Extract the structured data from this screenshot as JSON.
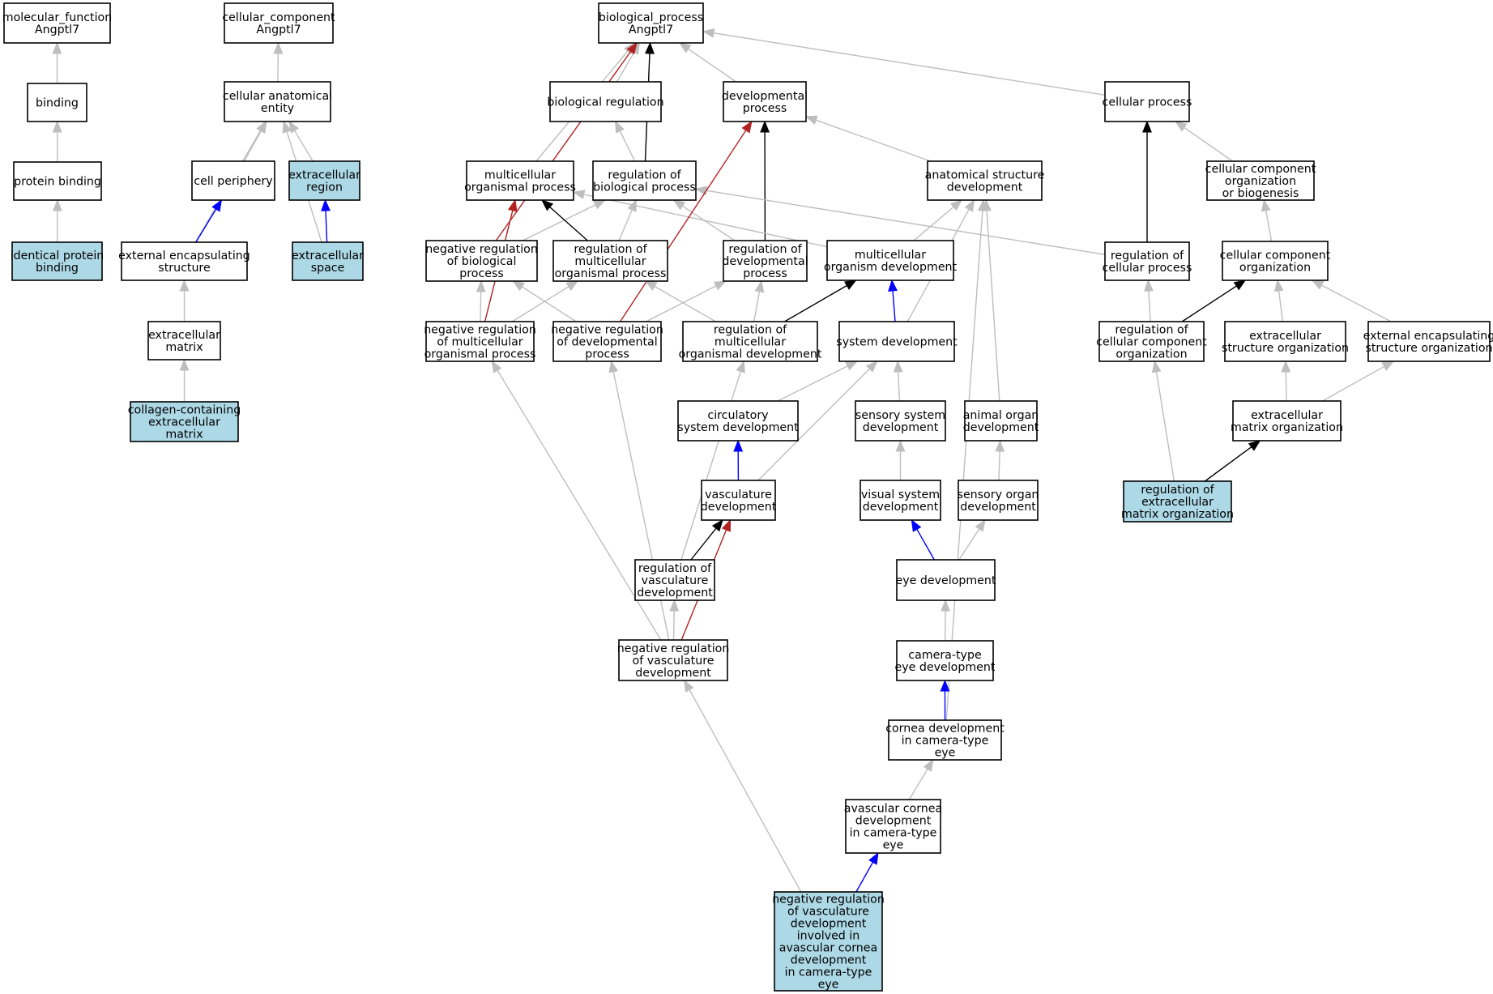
{
  "colors": {
    "background": "#ffffff",
    "default_fill": "#ffffff",
    "annotated_fill": "#add8e6",
    "edge_is_a": "#bebebe",
    "edge_regulates": "#000000",
    "edge_part_of": "#0000ff",
    "edge_negatively_regulates": "#b22222"
  },
  "nodes": [
    {
      "id": "mf",
      "lines": [
        "molecular_function",
        "Angptl7"
      ],
      "annotated": false
    },
    {
      "id": "cc",
      "lines": [
        "cellular_component",
        "Angptl7"
      ],
      "annotated": false
    },
    {
      "id": "bp",
      "lines": [
        "biological_process",
        "Angptl7"
      ],
      "annotated": false
    },
    {
      "id": "binding",
      "lines": [
        "binding"
      ],
      "annotated": false
    },
    {
      "id": "protein_binding",
      "lines": [
        "protein binding"
      ],
      "annotated": false
    },
    {
      "id": "identical_protein_binding",
      "lines": [
        "identical protein",
        "binding"
      ],
      "annotated": true
    },
    {
      "id": "cell_anat",
      "lines": [
        "cellular anatomical",
        "entity"
      ],
      "annotated": false
    },
    {
      "id": "cell_periphery",
      "lines": [
        "cell periphery"
      ],
      "annotated": false
    },
    {
      "id": "extracellular_region",
      "lines": [
        "extracellular",
        "region"
      ],
      "annotated": true
    },
    {
      "id": "ext_encaps_structure",
      "lines": [
        "external encapsulating",
        "structure"
      ],
      "annotated": false
    },
    {
      "id": "extracellular_space",
      "lines": [
        "extracellular",
        "space"
      ],
      "annotated": true
    },
    {
      "id": "extracellular_matrix",
      "lines": [
        "extracellular",
        "matrix"
      ],
      "annotated": false
    },
    {
      "id": "collagen_ecm",
      "lines": [
        "collagen-containing",
        "extracellular",
        "matrix"
      ],
      "annotated": true
    },
    {
      "id": "bio_reg",
      "lines": [
        "biological regulation"
      ],
      "annotated": false
    },
    {
      "id": "dev_process",
      "lines": [
        "developmental",
        "process"
      ],
      "annotated": false
    },
    {
      "id": "cellular_process",
      "lines": [
        "cellular process"
      ],
      "annotated": false
    },
    {
      "id": "multicell_process",
      "lines": [
        "multicellular",
        "organismal process"
      ],
      "annotated": false
    },
    {
      "id": "reg_bio_process",
      "lines": [
        "regulation of",
        "biological process"
      ],
      "annotated": false
    },
    {
      "id": "anat_struct_dev",
      "lines": [
        "anatomical structure",
        "development"
      ],
      "annotated": false
    },
    {
      "id": "cc_org_biogen",
      "lines": [
        "cellular component",
        "organization",
        "or biogenesis"
      ],
      "annotated": false
    },
    {
      "id": "neg_reg_bio_process",
      "lines": [
        "negative regulation",
        "of biological",
        "process"
      ],
      "annotated": false
    },
    {
      "id": "reg_multicell_process",
      "lines": [
        "regulation of",
        "multicellular",
        "organismal process"
      ],
      "annotated": false
    },
    {
      "id": "reg_dev_process",
      "lines": [
        "regulation of",
        "developmental",
        "process"
      ],
      "annotated": false
    },
    {
      "id": "multicell_org_dev",
      "lines": [
        "multicellular",
        "organism development"
      ],
      "annotated": false
    },
    {
      "id": "reg_cell_process",
      "lines": [
        "regulation of",
        "cellular process"
      ],
      "annotated": false
    },
    {
      "id": "cc_org",
      "lines": [
        "cellular component",
        "organization"
      ],
      "annotated": false
    },
    {
      "id": "neg_reg_multicell_process",
      "lines": [
        "negative regulation",
        "of multicellular",
        "organismal process"
      ],
      "annotated": false
    },
    {
      "id": "neg_reg_dev_process",
      "lines": [
        "negative regulation",
        "of developmental",
        "process"
      ],
      "annotated": false
    },
    {
      "id": "reg_multicell_org_dev",
      "lines": [
        "regulation of",
        "multicellular",
        "organismal development"
      ],
      "annotated": false
    },
    {
      "id": "system_dev",
      "lines": [
        "system development"
      ],
      "annotated": false
    },
    {
      "id": "reg_cc_org",
      "lines": [
        "regulation of",
        "cellular component",
        "organization"
      ],
      "annotated": false
    },
    {
      "id": "ec_struct_org",
      "lines": [
        "extracellular",
        "structure organization"
      ],
      "annotated": false
    },
    {
      "id": "ext_encaps_struct_org",
      "lines": [
        "external encapsulating",
        "structure organization"
      ],
      "annotated": false
    },
    {
      "id": "circ_sys_dev",
      "lines": [
        "circulatory",
        "system development"
      ],
      "annotated": false
    },
    {
      "id": "sensory_sys_dev",
      "lines": [
        "sensory system",
        "development"
      ],
      "annotated": false
    },
    {
      "id": "animal_organ_dev",
      "lines": [
        "animal organ",
        "development"
      ],
      "annotated": false
    },
    {
      "id": "ecm_org",
      "lines": [
        "extracellular",
        "matrix organization"
      ],
      "annotated": false
    },
    {
      "id": "vasc_dev",
      "lines": [
        "vasculature",
        "development"
      ],
      "annotated": false
    },
    {
      "id": "visual_sys_dev",
      "lines": [
        "visual system",
        "development"
      ],
      "annotated": false
    },
    {
      "id": "sensory_organ_dev",
      "lines": [
        "sensory organ",
        "development"
      ],
      "annotated": false
    },
    {
      "id": "reg_ecm_org",
      "lines": [
        "regulation of",
        "extracellular",
        "matrix organization"
      ],
      "annotated": true
    },
    {
      "id": "reg_vasc_dev",
      "lines": [
        "regulation of",
        "vasculature",
        "development"
      ],
      "annotated": false
    },
    {
      "id": "eye_dev",
      "lines": [
        "eye development"
      ],
      "annotated": false
    },
    {
      "id": "neg_reg_vasc_dev",
      "lines": [
        "negative regulation",
        "of vasculature",
        "development"
      ],
      "annotated": false
    },
    {
      "id": "camera_eye_dev",
      "lines": [
        "camera-type",
        "eye development"
      ],
      "annotated": false
    },
    {
      "id": "cornea_dev",
      "lines": [
        "cornea development",
        "in camera-type",
        "eye"
      ],
      "annotated": false
    },
    {
      "id": "avasc_cornea_dev",
      "lines": [
        "avascular cornea",
        "development",
        "in camera-type",
        "eye"
      ],
      "annotated": false
    },
    {
      "id": "neg_reg_vasc_avasc_cornea",
      "lines": [
        "negative regulation",
        "of vasculature",
        "development",
        "involved in",
        "avascular cornea",
        "development",
        "in camera-type",
        "eye"
      ],
      "annotated": true
    }
  ],
  "edges": [
    {
      "from": "binding",
      "to": "mf",
      "type": "is_a"
    },
    {
      "from": "protein_binding",
      "to": "binding",
      "type": "is_a"
    },
    {
      "from": "identical_protein_binding",
      "to": "protein_binding",
      "type": "is_a"
    },
    {
      "from": "cell_anat",
      "to": "cc",
      "type": "is_a"
    },
    {
      "from": "cell_periphery",
      "to": "cell_anat",
      "type": "is_a"
    },
    {
      "from": "extracellular_region",
      "to": "cell_anat",
      "type": "is_a"
    },
    {
      "from": "ext_encaps_structure",
      "to": "cell_anat",
      "type": "is_a"
    },
    {
      "from": "ext_encaps_structure",
      "to": "cell_periphery",
      "type": "part_of"
    },
    {
      "from": "extracellular_space",
      "to": "cell_anat",
      "type": "is_a"
    },
    {
      "from": "extracellular_space",
      "to": "extracellular_region",
      "type": "part_of"
    },
    {
      "from": "extracellular_matrix",
      "to": "ext_encaps_structure",
      "type": "is_a"
    },
    {
      "from": "collagen_ecm",
      "to": "extracellular_matrix",
      "type": "is_a"
    },
    {
      "from": "bio_reg",
      "to": "bp",
      "type": "is_a"
    },
    {
      "from": "dev_process",
      "to": "bp",
      "type": "is_a"
    },
    {
      "from": "cellular_process",
      "to": "bp",
      "type": "is_a"
    },
    {
      "from": "multicell_process",
      "to": "bp",
      "type": "is_a"
    },
    {
      "from": "reg_bio_process",
      "to": "bio_reg",
      "type": "is_a"
    },
    {
      "from": "reg_bio_process",
      "to": "bp",
      "type": "regulates"
    },
    {
      "from": "anat_struct_dev",
      "to": "dev_process",
      "type": "is_a"
    },
    {
      "from": "cc_org_biogen",
      "to": "cellular_process",
      "type": "is_a"
    },
    {
      "from": "neg_reg_bio_process",
      "to": "reg_bio_process",
      "type": "is_a"
    },
    {
      "from": "neg_reg_bio_process",
      "to": "bp",
      "type": "negatively_regulates"
    },
    {
      "from": "reg_multicell_process",
      "to": "reg_bio_process",
      "type": "is_a"
    },
    {
      "from": "reg_multicell_process",
      "to": "multicell_process",
      "type": "regulates"
    },
    {
      "from": "reg_dev_process",
      "to": "reg_bio_process",
      "type": "is_a"
    },
    {
      "from": "reg_dev_process",
      "to": "dev_process",
      "type": "regulates"
    },
    {
      "from": "multicell_org_dev",
      "to": "multicell_process",
      "type": "is_a"
    },
    {
      "from": "multicell_org_dev",
      "to": "anat_struct_dev",
      "type": "is_a"
    },
    {
      "from": "reg_cell_process",
      "to": "reg_bio_process",
      "type": "is_a"
    },
    {
      "from": "reg_cell_process",
      "to": "cellular_process",
      "type": "regulates"
    },
    {
      "from": "cc_org",
      "to": "cc_org_biogen",
      "type": "is_a"
    },
    {
      "from": "neg_reg_multicell_process",
      "to": "neg_reg_bio_process",
      "type": "is_a"
    },
    {
      "from": "neg_reg_multicell_process",
      "to": "reg_multicell_process",
      "type": "is_a"
    },
    {
      "from": "neg_reg_multicell_process",
      "to": "multicell_process",
      "type": "negatively_regulates"
    },
    {
      "from": "neg_reg_dev_process",
      "to": "neg_reg_bio_process",
      "type": "is_a"
    },
    {
      "from": "neg_reg_dev_process",
      "to": "reg_dev_process",
      "type": "is_a"
    },
    {
      "from": "neg_reg_dev_process",
      "to": "dev_process",
      "type": "negatively_regulates"
    },
    {
      "from": "reg_multicell_org_dev",
      "to": "reg_multicell_process",
      "type": "is_a"
    },
    {
      "from": "reg_multicell_org_dev",
      "to": "reg_dev_process",
      "type": "is_a"
    },
    {
      "from": "reg_multicell_org_dev",
      "to": "multicell_org_dev",
      "type": "regulates"
    },
    {
      "from": "system_dev",
      "to": "anat_struct_dev",
      "type": "is_a"
    },
    {
      "from": "system_dev",
      "to": "multicell_org_dev",
      "type": "part_of"
    },
    {
      "from": "reg_cc_org",
      "to": "reg_cell_process",
      "type": "is_a"
    },
    {
      "from": "reg_cc_org",
      "to": "cc_org",
      "type": "regulates"
    },
    {
      "from": "ec_struct_org",
      "to": "cc_org",
      "type": "is_a"
    },
    {
      "from": "ext_encaps_struct_org",
      "to": "cc_org",
      "type": "is_a"
    },
    {
      "from": "circ_sys_dev",
      "to": "system_dev",
      "type": "is_a"
    },
    {
      "from": "sensory_sys_dev",
      "to": "system_dev",
      "type": "is_a"
    },
    {
      "from": "animal_organ_dev",
      "to": "anat_struct_dev",
      "type": "is_a"
    },
    {
      "from": "ecm_org",
      "to": "ec_struct_org",
      "type": "is_a"
    },
    {
      "from": "ecm_org",
      "to": "ext_encaps_struct_org",
      "type": "is_a"
    },
    {
      "from": "vasc_dev",
      "to": "system_dev",
      "type": "is_a"
    },
    {
      "from": "vasc_dev",
      "to": "circ_sys_dev",
      "type": "part_of"
    },
    {
      "from": "visual_sys_dev",
      "to": "sensory_sys_dev",
      "type": "is_a"
    },
    {
      "from": "sensory_organ_dev",
      "to": "animal_organ_dev",
      "type": "is_a"
    },
    {
      "from": "reg_ecm_org",
      "to": "reg_cc_org",
      "type": "is_a"
    },
    {
      "from": "reg_ecm_org",
      "to": "ecm_org",
      "type": "regulates"
    },
    {
      "from": "reg_vasc_dev",
      "to": "reg_multicell_org_dev",
      "type": "is_a"
    },
    {
      "from": "reg_vasc_dev",
      "to": "vasc_dev",
      "type": "regulates"
    },
    {
      "from": "eye_dev",
      "to": "sensory_organ_dev",
      "type": "is_a"
    },
    {
      "from": "eye_dev",
      "to": "visual_sys_dev",
      "type": "part_of"
    },
    {
      "from": "neg_reg_vasc_dev",
      "to": "neg_reg_multicell_process",
      "type": "is_a"
    },
    {
      "from": "neg_reg_vasc_dev",
      "to": "neg_reg_dev_process",
      "type": "is_a"
    },
    {
      "from": "neg_reg_vasc_dev",
      "to": "reg_vasc_dev",
      "type": "is_a"
    },
    {
      "from": "neg_reg_vasc_dev",
      "to": "vasc_dev",
      "type": "negatively_regulates"
    },
    {
      "from": "camera_eye_dev",
      "to": "eye_dev",
      "type": "is_a"
    },
    {
      "from": "cornea_dev",
      "to": "anat_struct_dev",
      "type": "is_a"
    },
    {
      "from": "cornea_dev",
      "to": "camera_eye_dev",
      "type": "part_of"
    },
    {
      "from": "avasc_cornea_dev",
      "to": "cornea_dev",
      "type": "is_a"
    },
    {
      "from": "neg_reg_vasc_avasc_cornea",
      "to": "neg_reg_vasc_dev",
      "type": "is_a"
    },
    {
      "from": "neg_reg_vasc_avasc_cornea",
      "to": "avasc_cornea_dev",
      "type": "part_of"
    }
  ]
}
